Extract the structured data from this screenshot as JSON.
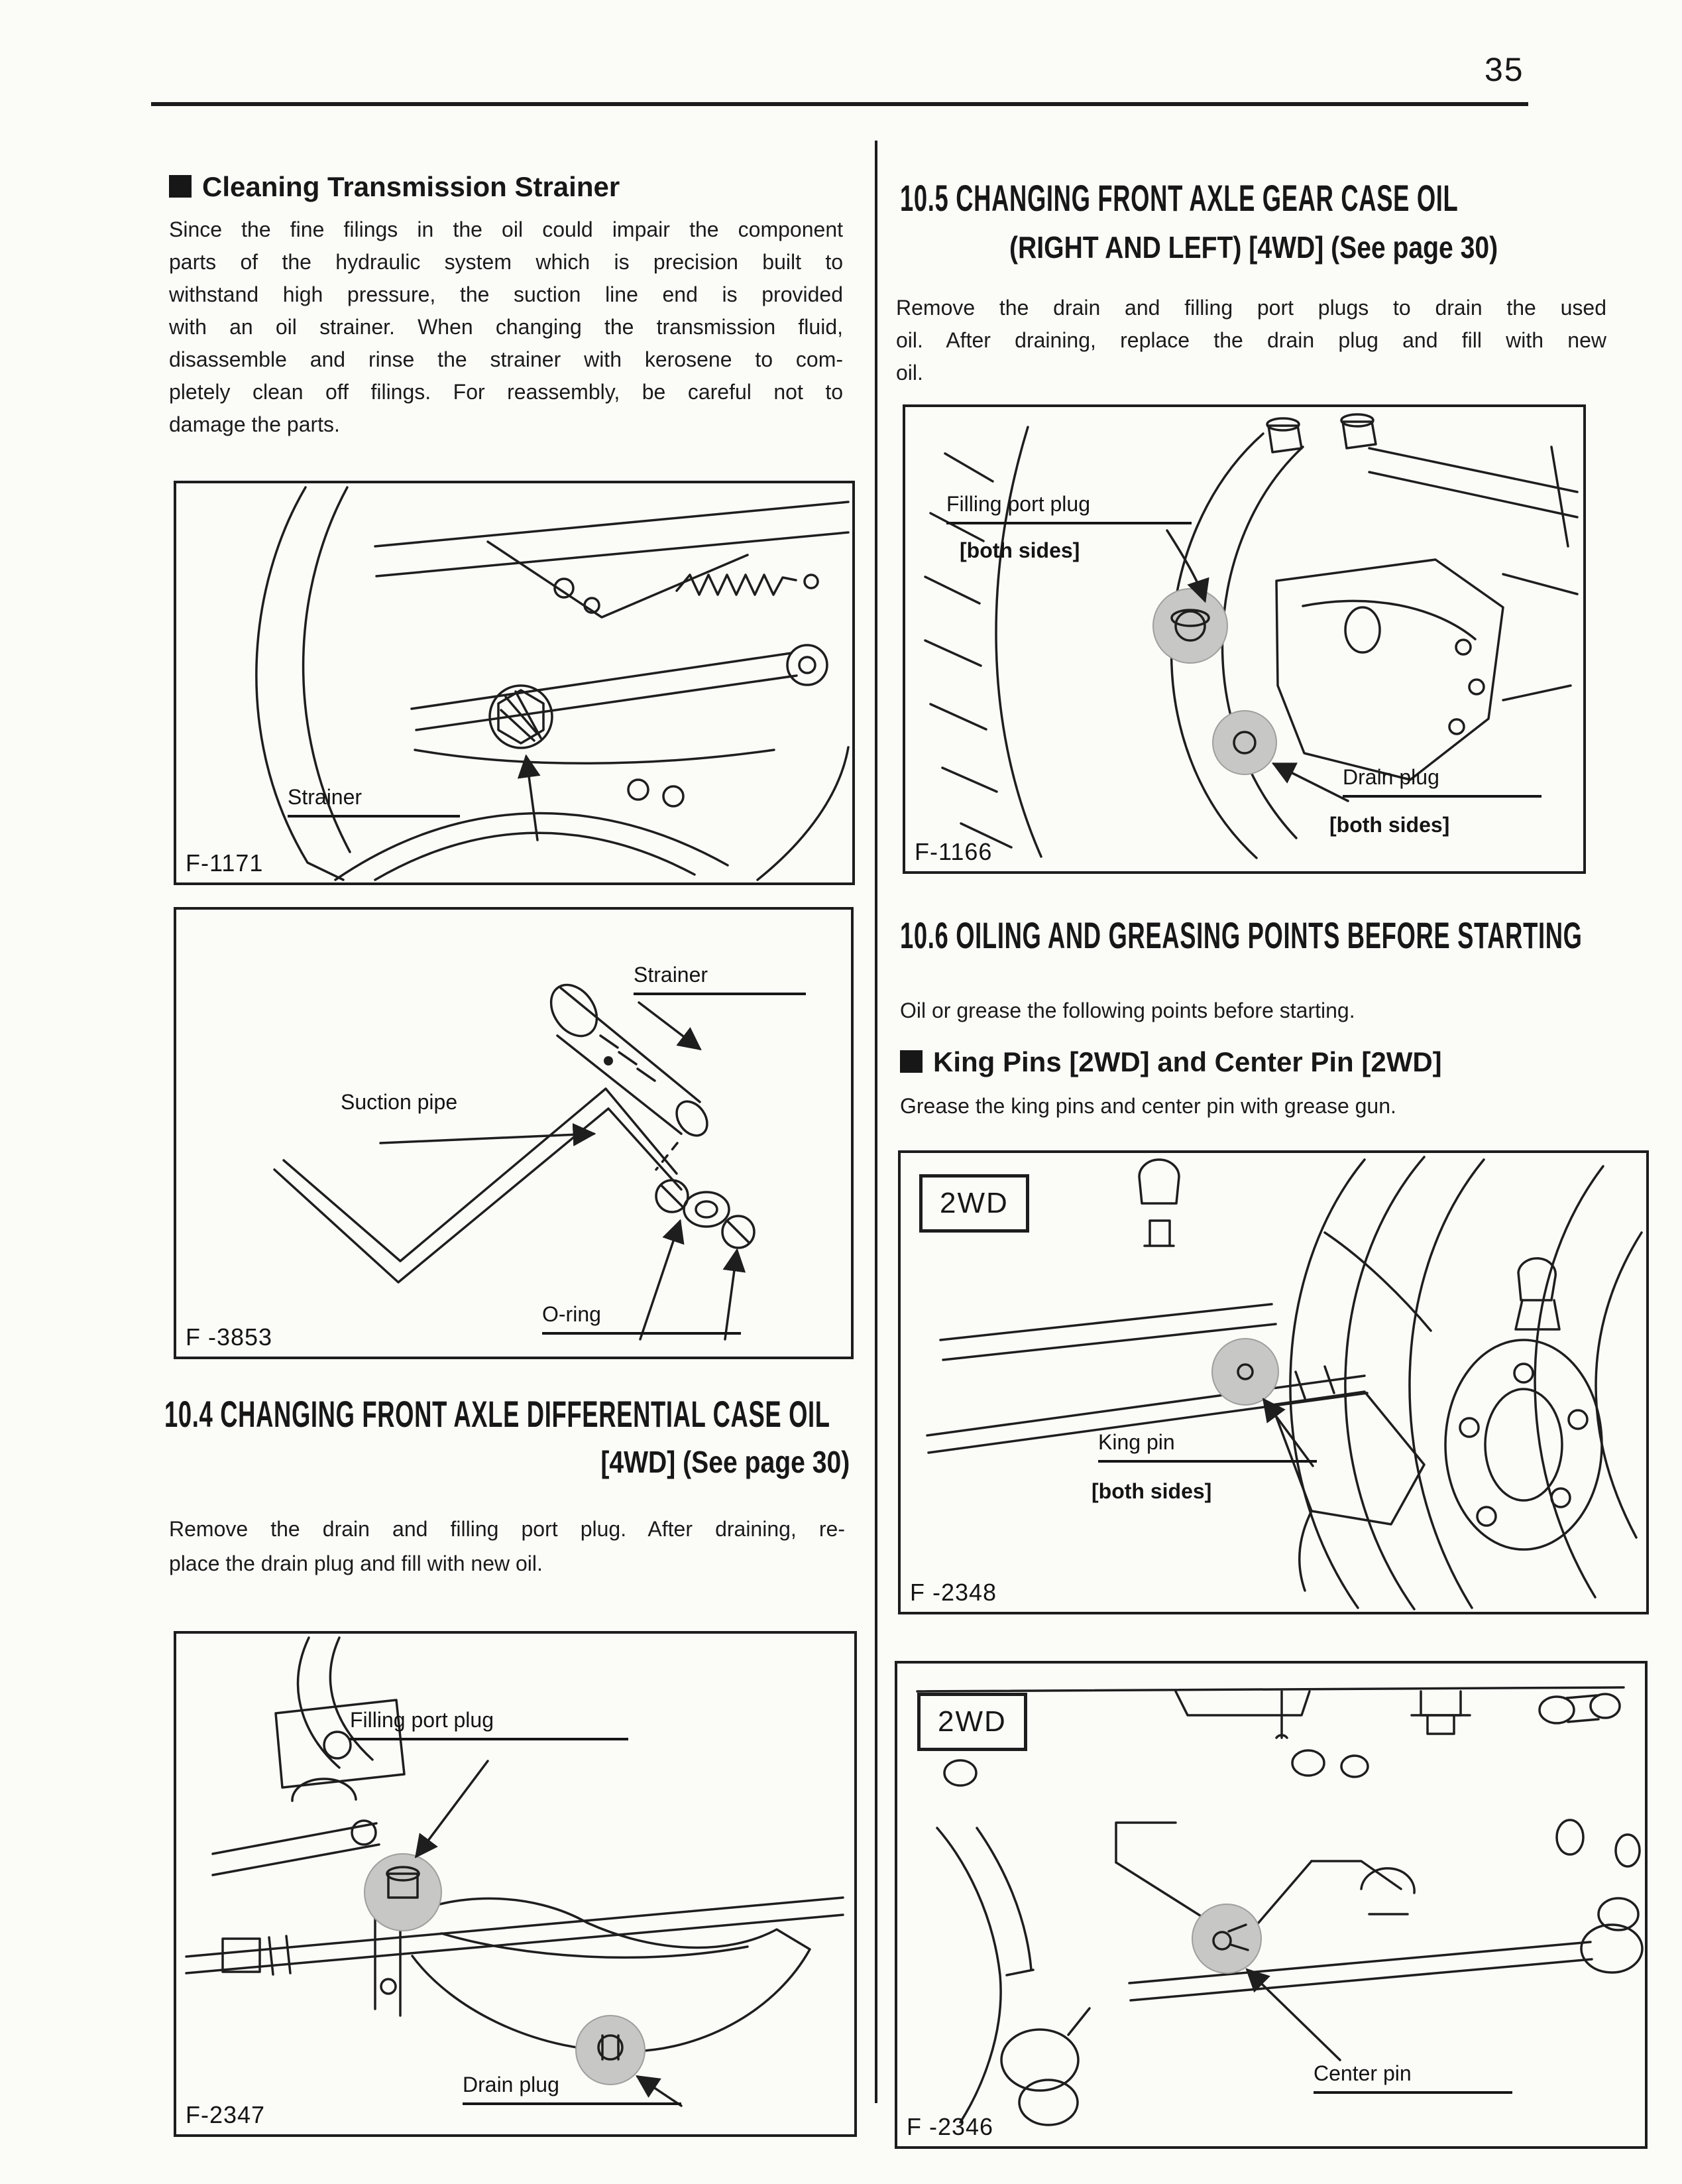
{
  "page": {
    "number": "35"
  },
  "left": {
    "cleaning": {
      "bullet": "■",
      "heading": "Cleaning Transmission Strainer",
      "lines": [
        "Since the fine filings in the oil could impair the component",
        "parts of the hydraulic system which is precision built to",
        "withstand high pressure, the suction line end is provided",
        "with an oil strainer. When changing the transmission fluid,",
        "disassemble and rinse the strainer with kerosene to com-",
        "pletely clean off filings. For reassembly, be careful not to",
        "damage the parts."
      ]
    },
    "fig_f1171": {
      "id": "F-1171",
      "strainer": "Strainer"
    },
    "fig_f3853": {
      "id": "F -3853",
      "strainer": "Strainer",
      "suction_pipe": "Suction pipe",
      "o_ring": "O-ring"
    },
    "sec104": {
      "title": "10.4 CHANGING FRONT AXLE DIFFERENTIAL CASE OIL",
      "subtitle": "[4WD] (See page 30)",
      "lines": [
        "Remove the drain and filling port plug. After draining, re-",
        "place the drain plug and fill with new oil."
      ]
    },
    "fig_f2347": {
      "id": "F-2347",
      "filling": "Filling port plug",
      "drain": "Drain plug"
    }
  },
  "right": {
    "sec105": {
      "title": "10.5 CHANGING FRONT AXLE GEAR CASE OIL",
      "subtitle": "(RIGHT AND LEFT) [4WD] (See page 30)",
      "lines": [
        "Remove the drain and filling port plugs to drain the used",
        "oil. After draining, replace the drain plug and fill with new",
        "oil."
      ]
    },
    "fig_f1166": {
      "id": "F-1166",
      "filling_1": "Filling port plug",
      "filling_2": "[both sides]",
      "drain_1": "Drain plug",
      "drain_2": "[both sides]"
    },
    "sec106": {
      "title": "10.6 OILING AND GREASING POINTS BEFORE STARTING",
      "intro": "Oil or grease the following points before starting.",
      "bullet": "■",
      "sub_heading": "King Pins [2WD] and Center Pin [2WD]",
      "sub_body": "Grease the king pins and center pin with grease gun."
    },
    "fig_f2348": {
      "id": "F -2348",
      "badge": "2WD",
      "king_1": "King pin",
      "king_2": "[both sides]"
    },
    "fig_f2346": {
      "id": "F -2346",
      "badge": "2WD",
      "center": "Center pin"
    }
  }
}
